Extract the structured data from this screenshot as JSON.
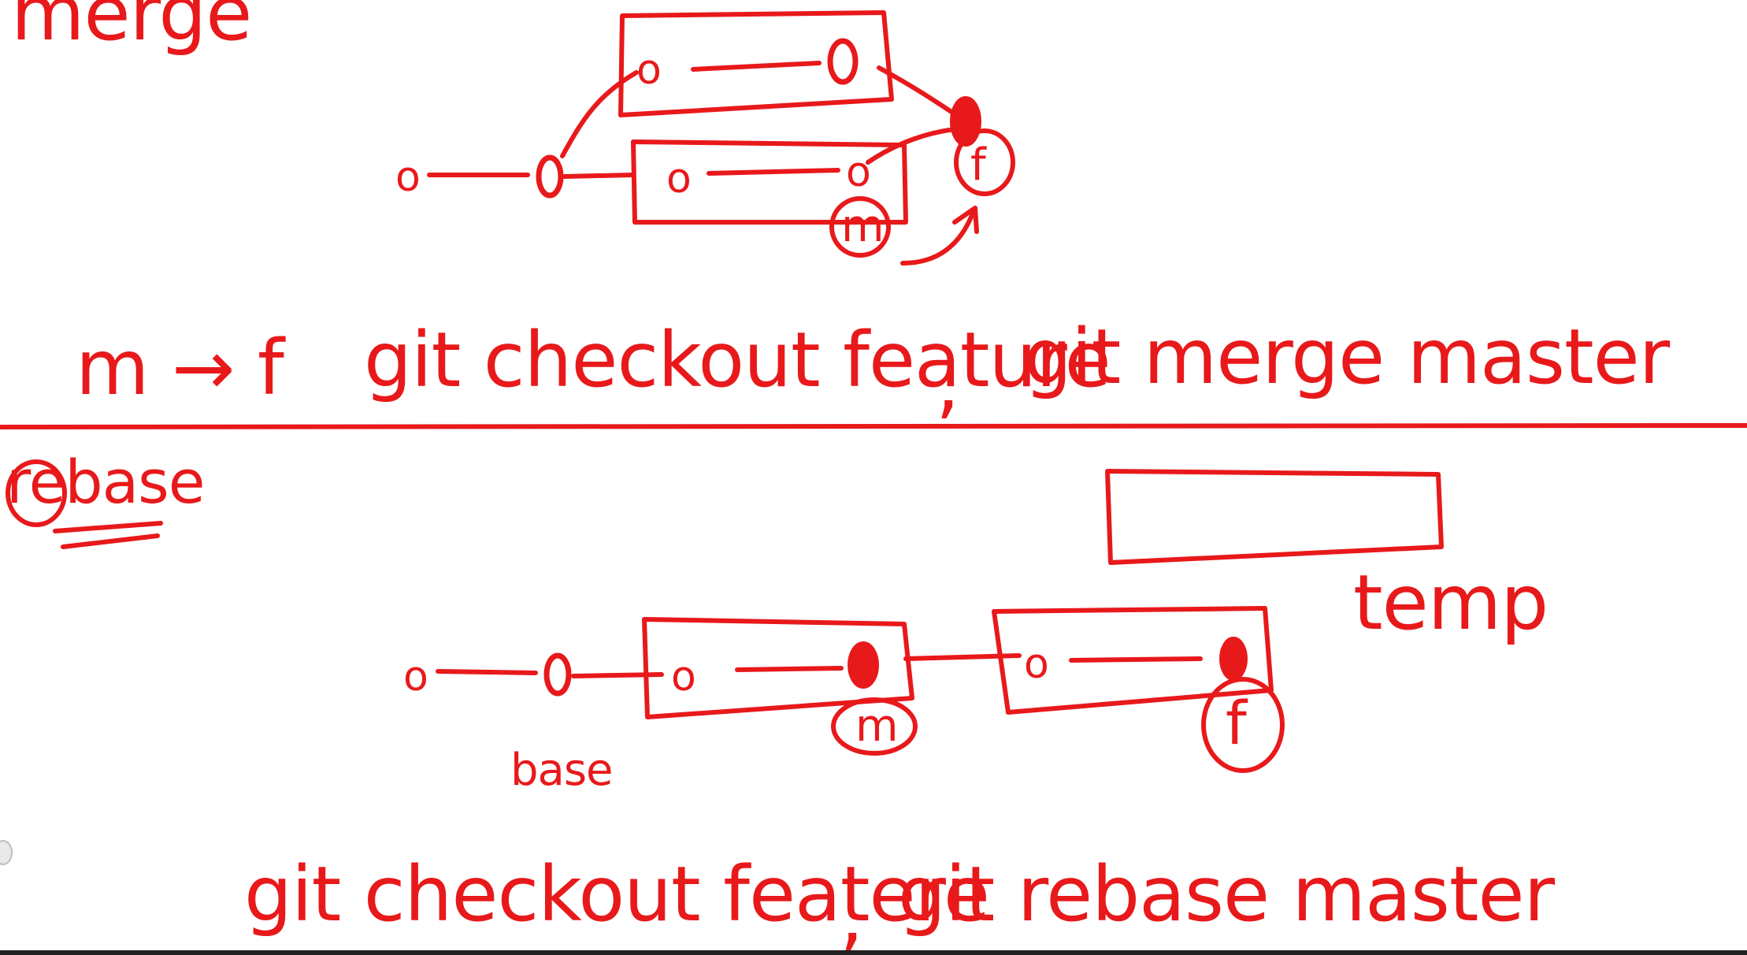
{
  "colors": {
    "ink": "#e8191b",
    "background": "#ffffff",
    "bottom_bar": "#222222"
  },
  "merge": {
    "heading": "merge",
    "commit_label": "o",
    "master_marker": "m",
    "feature_marker": "f",
    "direction": "m → f",
    "command_1": "git checkout feature",
    "separator": ",",
    "command_2": "git merge master"
  },
  "rebase": {
    "heading": "rebase",
    "commit_label": "o",
    "base_label": "base",
    "master_marker": "m",
    "feature_marker": "f",
    "temp_label": "temp",
    "command_1": "git checkout featere",
    "separator": ",",
    "command_2": "git rebase master"
  }
}
